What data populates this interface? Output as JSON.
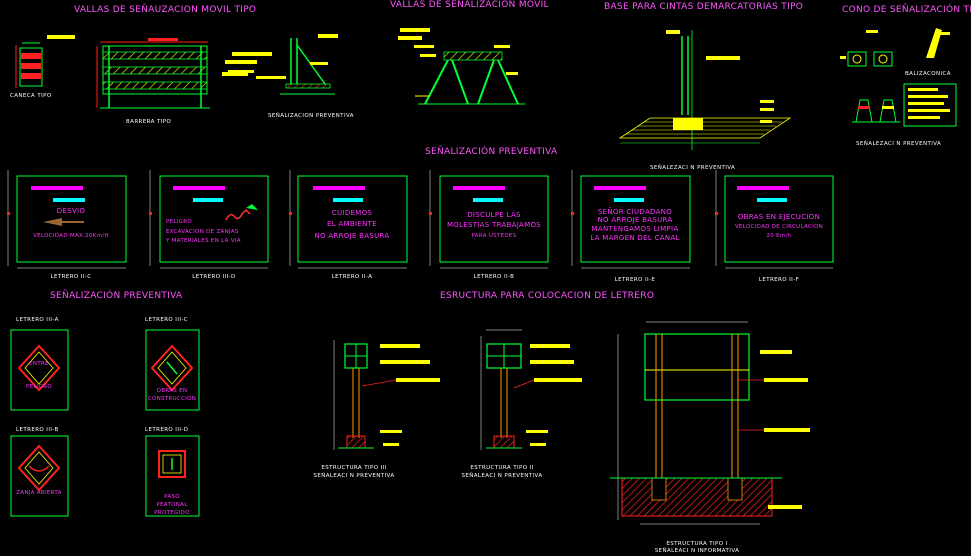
{
  "section_titles": {
    "vallas_tipo": "VALLAS DE SEÑAUZACION MOVIL TIPO",
    "vallas_movil": "VALLAS DE SEÑALIZACION MOVIL",
    "base_cintas": "BASE PARA CINTAS DEMARCATORIAS TIPO",
    "cono": "CONO DE SEÑALIZACIÓN TIPO",
    "prev_center": "SEÑALIZACIÓN PREVENTIVA",
    "prev_left": "SEÑALIZACIÓN PREVENTIVA",
    "estructura": "ESRUCTURA PARA COLOCACION DE LETRERO"
  },
  "captions": {
    "caneca": "CANECA TIPO",
    "barrera": "BARRERA TIPO",
    "senal_prev_top": "SEÑALIZACION PREVENTIVA",
    "balizaconica": "BALIZACONICA",
    "senal_prev_cono": "SEÑALEZACI N PREVENTIVA",
    "senal_prev_row": "SEÑALEZACI N PREVENTIVA"
  },
  "letreros": [
    {
      "label": "LETRERO II-C",
      "line1": "DESVIO",
      "line2": "VELOCIDAD MAX.20Km/H"
    },
    {
      "label": "LETRERO III-D",
      "line1": "PELIGRO",
      "line2": "EXCAVACION DE ZANJAS",
      "line3": "Y MATERIALES EN LA VIA"
    },
    {
      "label": "LETRERO II-A",
      "line1": "CUIDEMOS",
      "line2": "EL AMBIENTE",
      "line3": "NO ARROJE BASURA"
    },
    {
      "label": "LETRERO II-B",
      "line1": "DISCULPE LAS",
      "line2": "MOLESTIAS TRABAJAMOS",
      "line3": "PARA USTEDES"
    },
    {
      "label": "LETRERO II-E",
      "line1": "SEÑOR   CIUDADANO",
      "line2": "NO ARROJE BASURA",
      "line3": "MANTENGAMOS LIMPIA",
      "line4": "LA MARGEN DEL CANAL"
    },
    {
      "label": "LETRERO II-F",
      "line1": "OBRAS EN EJECUCION",
      "line2": "VELOCIDAD DE CIRCULACION",
      "line3": "20 Km/h"
    }
  ],
  "preventivos": [
    {
      "label": "LETRERO III-A",
      "text1": "ENTRE",
      "text2": "PELIGRO"
    },
    {
      "label": "LETRERO III-C",
      "text1": "OBRAS EN",
      "text2": "CONSTRUCCION"
    },
    {
      "label": "LETRERO III-B",
      "text1": "ZANJA ABIERTA"
    },
    {
      "label": "LETRERO III-D",
      "text1": "PASO",
      "text2": "PEATONAL",
      "text3": "PROTEGIDO"
    }
  ],
  "estructuras": [
    {
      "line1": "ESTRUCTURA TIPO III",
      "line2": "SEÑALEACI N PREVENTIVA"
    },
    {
      "line1": "ESTRUCTURA TIPO II",
      "line2": "SEÑALEACI N PREVENTIVA"
    },
    {
      "line1": "ESTRUCTURA TIPO I",
      "line2": "SEÑALEACI N INFORMATIVA"
    }
  ],
  "colors": {
    "line": "#00ff33",
    "label": "#ffff00",
    "accent": "#ff00ff",
    "cyan": "#00ffff",
    "red": "#ff2020",
    "orange": "#ff9900",
    "white": "#ffffff"
  }
}
